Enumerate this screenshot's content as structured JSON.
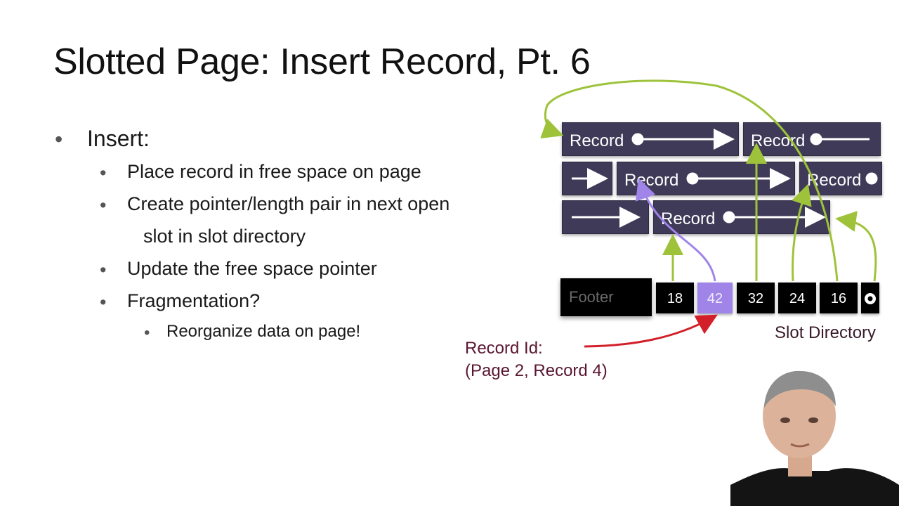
{
  "slide": {
    "title": "Slotted Page: Insert Record, Pt. 6"
  },
  "bullets": {
    "insert": "Insert:",
    "place": "Place record in free space on page",
    "create_line1": "Create pointer/length pair in next open",
    "create_line2": "slot in slot directory",
    "update": "Update the free space pointer",
    "frag": "Fragmentation?",
    "reorg": "Reorganize data on page!"
  },
  "diagram": {
    "record_label": "Record",
    "footer_label": "Footer",
    "slot_values": [
      "18",
      "42",
      "32",
      "24",
      "16"
    ],
    "highlight_slot": "42",
    "slot_directory_label": "Slot Directory",
    "record_id_line1": "Record Id:",
    "record_id_line2": "(Page 2, Record 4)",
    "colors": {
      "record_fill": "#3f3a58",
      "slot_highlight": "#a084e8",
      "green_arrow": "#9ec33b",
      "purple_arrow": "#a084e8",
      "red_arrow": "#d21f2a"
    }
  },
  "presenter": {
    "icon": "presenter-webcam"
  }
}
